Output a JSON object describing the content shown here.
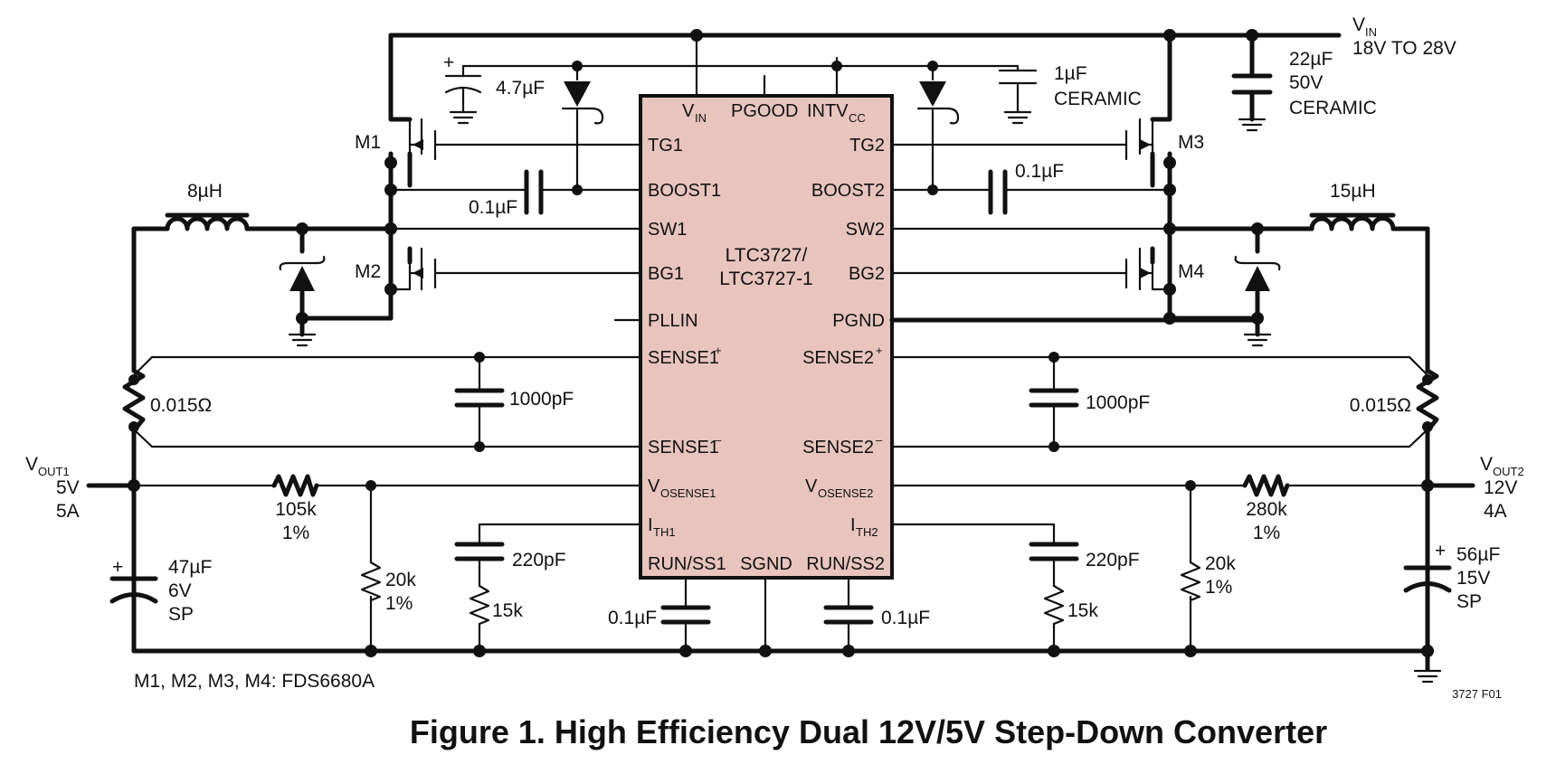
{
  "chip": {
    "name_line1": "LTC3727/",
    "name_line2": "LTC3727-1",
    "fill": "#e8c4bf",
    "pins_top": [
      "V",
      "PGOOD",
      "INTV"
    ],
    "vin_sub": "IN",
    "intvcc_sub": "CC",
    "pins_left": [
      "TG1",
      "BOOST1",
      "SW1",
      "BG1",
      "PLLIN",
      "SENSE1",
      "SENSE1",
      "V",
      "I",
      "RUN/SS1"
    ],
    "pins_right": [
      "TG2",
      "BOOST2",
      "SW2",
      "BG2",
      "PGND",
      "SENSE2",
      "SENSE2",
      "V",
      "I",
      "RUN/SS2"
    ],
    "pins_bottom_mid": "SGND",
    "plus": "+",
    "minus": "–",
    "vosense1_sub": "OSENSE1",
    "vosense2_sub": "OSENSE2",
    "ith1_sub": "TH1",
    "ith2_sub": "TH2"
  },
  "vin": {
    "label": "V",
    "sub": "IN",
    "range": "18V TO 28V"
  },
  "vout1": {
    "label": "V",
    "sub": "OUT1",
    "volts": "5V",
    "amps": "5A"
  },
  "vout2": {
    "label": "V",
    "sub": "OUT2",
    "volts": "12V",
    "amps": "4A"
  },
  "components": {
    "c_4u7": "4.7µF",
    "c_1u": "1µF",
    "c_1u_type": "CERAMIC",
    "c_22u": "22µF",
    "c_22u_v": "50V",
    "c_22u_type": "CERAMIC",
    "m1": "M1",
    "m2": "M2",
    "m3": "M3",
    "m4": "M4",
    "cb1": "0.1µF",
    "cb2": "0.1µF",
    "l1": "8µH",
    "l2": "15µH",
    "rs1": "0.015Ω",
    "rs2": "0.015Ω",
    "cs1": "1000pF",
    "cs2": "1000pF",
    "r1_top": "105k",
    "r1_top_tol": "1%",
    "r2_top": "280k",
    "r2_top_tol": "1%",
    "r1_bot": "20k",
    "r1_bot_tol": "1%",
    "r2_bot": "20k",
    "r2_bot_tol": "1%",
    "cc1": "220pF",
    "cc2": "220pF",
    "rc1": "15k",
    "rc2": "15k",
    "css1": "0.1µF",
    "css2": "0.1µF",
    "co1": "47µF",
    "co1_v": "6V",
    "co1_type": "SP",
    "co2": "56µF",
    "co2_v": "15V",
    "co2_type": "SP",
    "plus": "+"
  },
  "notes": {
    "mosfets": "M1, M2, M3, M4: FDS6680A",
    "fig_id": "3727 F01"
  },
  "caption": "Figure 1. High Efficiency Dual 12V/5V Step-Down Converter"
}
